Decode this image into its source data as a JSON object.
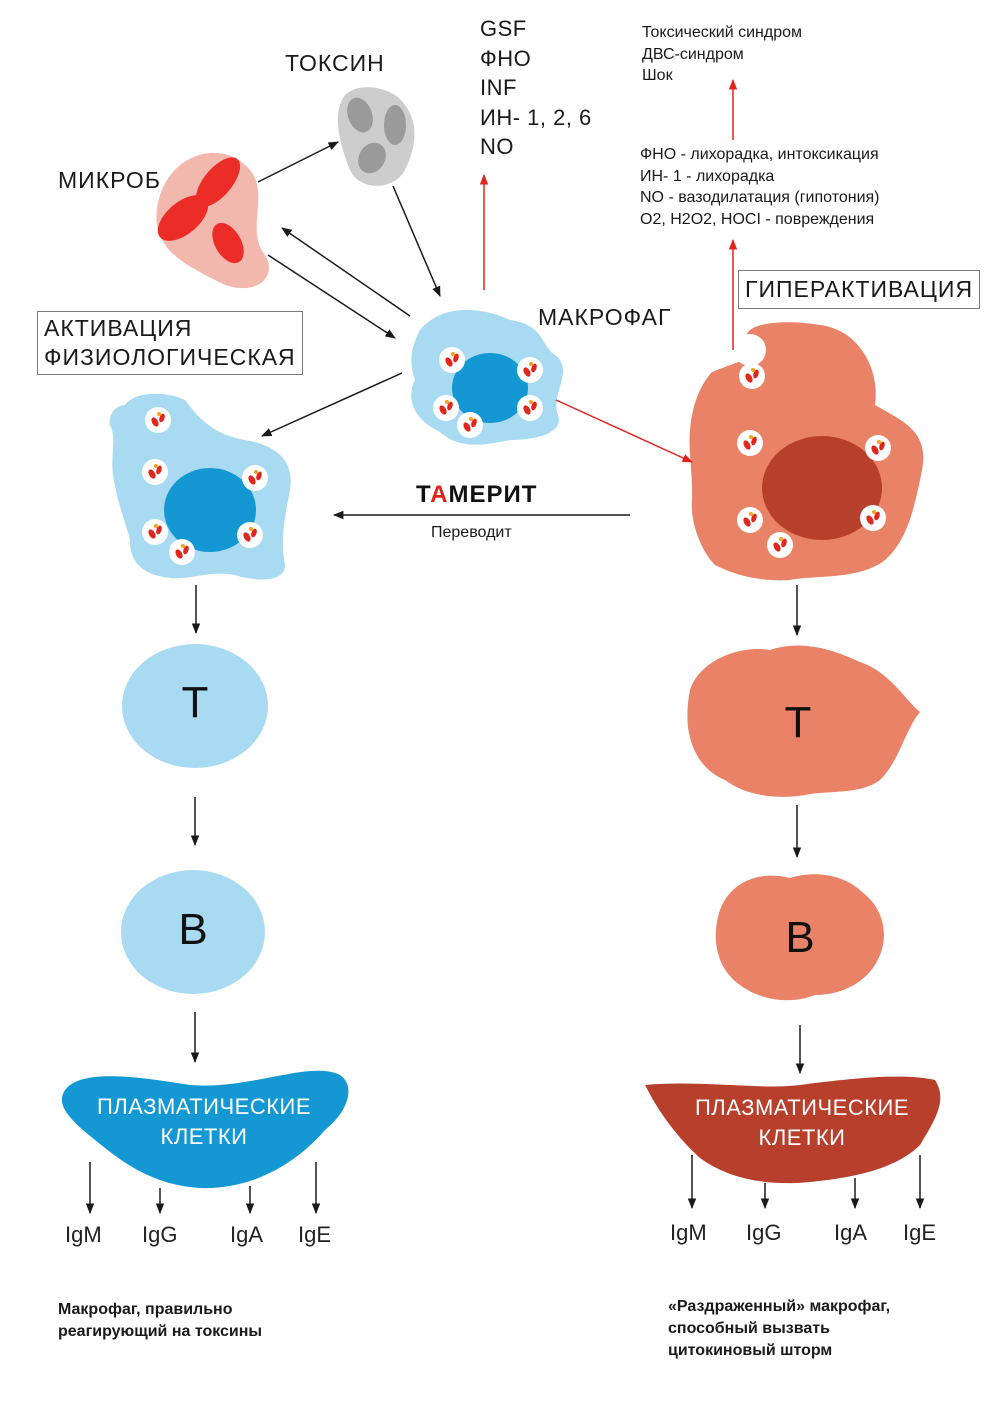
{
  "top": {
    "microbe_label": "МИКРОБ",
    "toxin_label": "ТОКСИН",
    "macrophage_label": "МАКРОФАГ",
    "cytokines": [
      "GSF",
      "ФНО",
      "INF",
      "ИН- 1, 2, 6",
      "NO"
    ],
    "syndromes": [
      "Токсический синдром",
      "ДВС-синдром",
      "Шок"
    ],
    "effects": [
      "ФНО - лихорадка, интоксикация",
      "ИН- 1 - лихорадка",
      "NO - вазодилатация (гипотония)",
      "О2, Н2О2, НОСI - повреждения"
    ]
  },
  "left": {
    "activation_line1": "АКТИВАЦИЯ",
    "activation_line2": "ФИЗИОЛОГИЧЕСКАЯ",
    "t_cell": "T",
    "b_cell": "B",
    "plasma_line1": "ПЛАЗМАТИЧЕСКИЕ",
    "plasma_line2": "КЛЕТКИ",
    "antibodies": [
      "IgM",
      "IgG",
      "IgA",
      "IgE"
    ],
    "caption_line1": "Макрофаг, правильно",
    "caption_line2": "реагирующий на токсины"
  },
  "right": {
    "hyper_label": "ГИПЕРАКТИВАЦИЯ",
    "t_cell": "T",
    "b_cell": "B",
    "plasma_line1": "ПЛАЗМАТИЧЕСКИЕ",
    "plasma_line2": "КЛЕТКИ",
    "antibodies": [
      "IgM",
      "IgG",
      "IgA",
      "IgE"
    ],
    "caption_line1": "«Раздраженный» макрофаг,",
    "caption_line2": "способный вызвать",
    "caption_line3": "цитокиновый шторм"
  },
  "center": {
    "brand_first": "Т",
    "brand_accent": "А",
    "brand_rest": "МЕРИТ",
    "translate_label": "Переводит"
  },
  "colors": {
    "light_blue": "#a8daf2",
    "deep_blue": "#1498d4",
    "salmon": "#e98266",
    "dark_red": "#b73f2c",
    "microbe_red": "#ec2d27",
    "microbe_pink": "#f2b8ad",
    "toxin_gray": "#cdcdcd",
    "toxin_dark": "#9a9a9a",
    "arrow_red": "#e2231a",
    "arrow_black": "#1a1a1a"
  }
}
